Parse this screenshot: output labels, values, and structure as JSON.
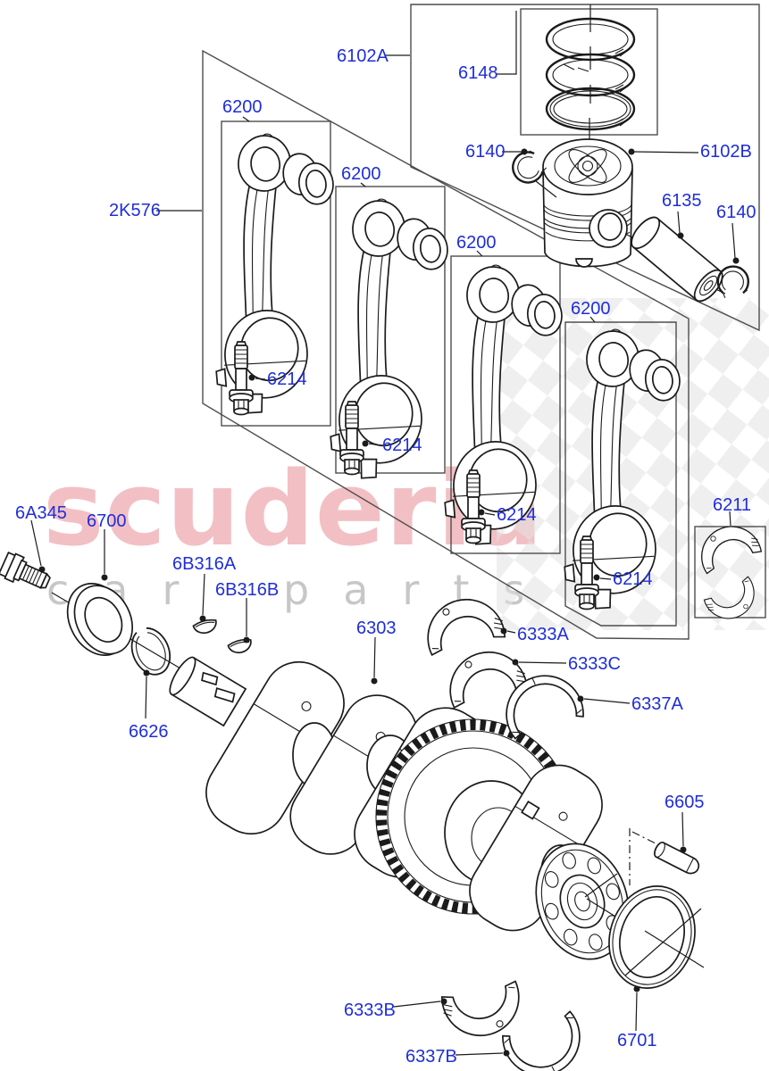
{
  "watermark": {
    "brand": "scuderia",
    "tagline": "car parts"
  },
  "colors": {
    "label_blue": "#1f2ed8",
    "line_black": "#1b1b1b",
    "box_gray": "#4d4d4d",
    "watermark_red": "rgba(214,60,72,0.32)",
    "watermark_gray": "#c7c7c7",
    "checker_gray": "#e2e2e2",
    "background": "#ffffff"
  },
  "labels": [
    {
      "id": "6102A",
      "text": "6102A"
    },
    {
      "id": "6148",
      "text": "6148"
    },
    {
      "id": "6140-left",
      "text": "6140"
    },
    {
      "id": "6102B",
      "text": "6102B"
    },
    {
      "id": "6135",
      "text": "6135"
    },
    {
      "id": "6140-right",
      "text": "6140"
    },
    {
      "id": "6200-1",
      "text": "6200"
    },
    {
      "id": "6200-2",
      "text": "6200"
    },
    {
      "id": "6200-3",
      "text": "6200"
    },
    {
      "id": "6200-4",
      "text": "6200"
    },
    {
      "id": "2K576",
      "text": "2K576"
    },
    {
      "id": "6214-1",
      "text": "6214"
    },
    {
      "id": "6214-2",
      "text": "6214"
    },
    {
      "id": "6214-3",
      "text": "6214"
    },
    {
      "id": "6214-4",
      "text": "6214"
    },
    {
      "id": "6A345",
      "text": "6A345"
    },
    {
      "id": "6700",
      "text": "6700"
    },
    {
      "id": "6B316A",
      "text": "6B316A"
    },
    {
      "id": "6B316B",
      "text": "6B316B"
    },
    {
      "id": "6626",
      "text": "6626"
    },
    {
      "id": "6303",
      "text": "6303"
    },
    {
      "id": "6333A",
      "text": "6333A"
    },
    {
      "id": "6333C",
      "text": "6333C"
    },
    {
      "id": "6337A",
      "text": "6337A"
    },
    {
      "id": "6211",
      "text": "6211"
    },
    {
      "id": "6605",
      "text": "6605"
    },
    {
      "id": "6701",
      "text": "6701"
    },
    {
      "id": "6333B",
      "text": "6333B"
    },
    {
      "id": "6337B",
      "text": "6337B"
    }
  ]
}
